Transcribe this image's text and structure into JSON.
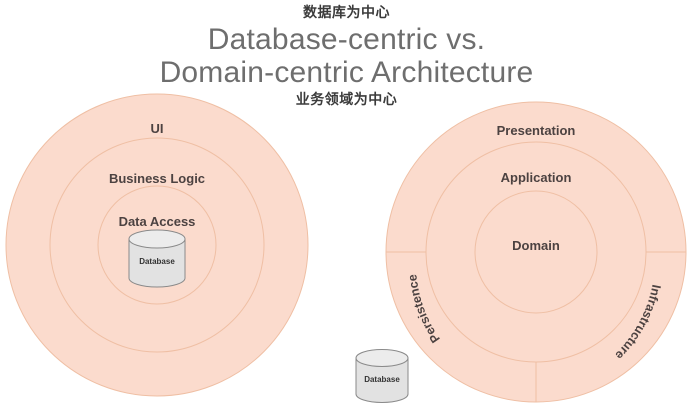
{
  "title": {
    "annotation_top": "数据库为中心",
    "line1": "Database-centric vs.",
    "line2": "Domain-centric Architecture",
    "annotation_bottom": "业务领域为中心"
  },
  "colors": {
    "ring_fill": "#fbdbcd",
    "ring_stroke": "#efbfa4",
    "label_text": "#4c4241",
    "title_text": "#6e6e6e",
    "annotation_text": "#3b3b3b",
    "cylinder_fill": "#e2e2e2",
    "cylinder_stroke": "#8a8a8a"
  },
  "left_diagram": {
    "name": "database-centric",
    "rings": [
      {
        "label": "UI",
        "index": 0
      },
      {
        "label": "Business Logic",
        "index": 1
      },
      {
        "label": "Data Access",
        "index": 2
      }
    ],
    "cylinder": {
      "label": "Database"
    }
  },
  "right_diagram": {
    "name": "domain-centric",
    "rings": [
      {
        "label": "Presentation",
        "index": 0
      },
      {
        "label": "Application",
        "index": 1
      },
      {
        "label": "Domain",
        "index": 2
      }
    ],
    "arc_labels": [
      {
        "label": "Persistence",
        "position": "lower-left"
      },
      {
        "label": "Infrastructure",
        "position": "lower-right"
      }
    ]
  },
  "external_cylinder": {
    "label": "Database"
  }
}
